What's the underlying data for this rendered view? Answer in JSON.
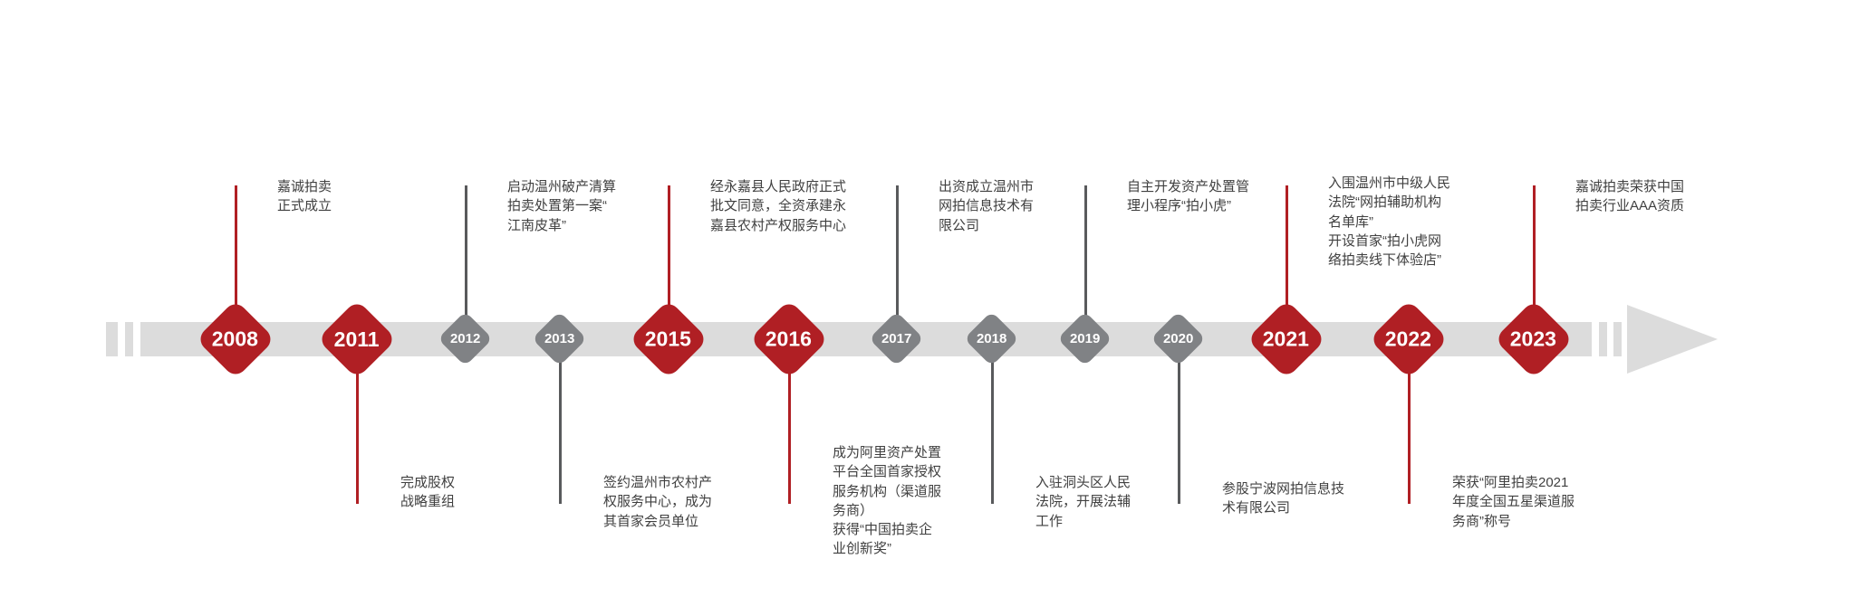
{
  "colors": {
    "red": "#b01f24",
    "gray_node": "#808285",
    "band": "#dcdcdc",
    "line_gray": "#595a5c",
    "note_text": "#404040"
  },
  "timeline": {
    "events": [
      {
        "year": "2008",
        "emphasis": "major",
        "side": "above",
        "note": "嘉诚拍卖\n正式成立"
      },
      {
        "year": "2011",
        "emphasis": "major",
        "side": "below",
        "note": "完成股权\n战略重组"
      },
      {
        "year": "2012",
        "emphasis": "minor",
        "side": "above",
        "note": "启动温州破产清算\n拍卖处置第一案“\n江南皮革”"
      },
      {
        "year": "2013",
        "emphasis": "minor",
        "side": "below",
        "note": "签约温州市农村产\n权服务中心，成为\n其首家会员单位"
      },
      {
        "year": "2015",
        "emphasis": "major",
        "side": "above",
        "note": "经永嘉县人民政府正式\n批文同意，全资承建永\n嘉县农村产权服务中心"
      },
      {
        "year": "2016",
        "emphasis": "major",
        "side": "below",
        "note": "成为阿里资产处置\n平台全国首家授权\n服务机构（渠道服\n务商）\n获得“中国拍卖企\n业创新奖”"
      },
      {
        "year": "2017",
        "emphasis": "minor",
        "side": "above",
        "note": "出资成立温州市\n网拍信息技术有\n限公司"
      },
      {
        "year": "2018",
        "emphasis": "minor",
        "side": "below",
        "note": "入驻洞头区人民\n法院，开展法辅\n工作"
      },
      {
        "year": "2019",
        "emphasis": "minor",
        "side": "above",
        "note": "自主开发资产处置管\n理小程序“拍小虎”"
      },
      {
        "year": "2020",
        "emphasis": "minor",
        "side": "below",
        "note": "参股宁波网拍信息技\n术有限公司"
      },
      {
        "year": "2021",
        "emphasis": "major",
        "side": "above",
        "note": "入围温州市中级人民\n法院“网拍辅助机构\n名单库”\n开设首家“拍小虎网\n络拍卖线下体验店”"
      },
      {
        "year": "2022",
        "emphasis": "major",
        "side": "below",
        "note": "荣获“阿里拍卖2021\n年度全国五星渠道服\n务商”称号"
      },
      {
        "year": "2023",
        "emphasis": "major",
        "side": "above",
        "note": "嘉诚拍卖荣获中国\n拍卖行业AAA资质"
      }
    ]
  }
}
